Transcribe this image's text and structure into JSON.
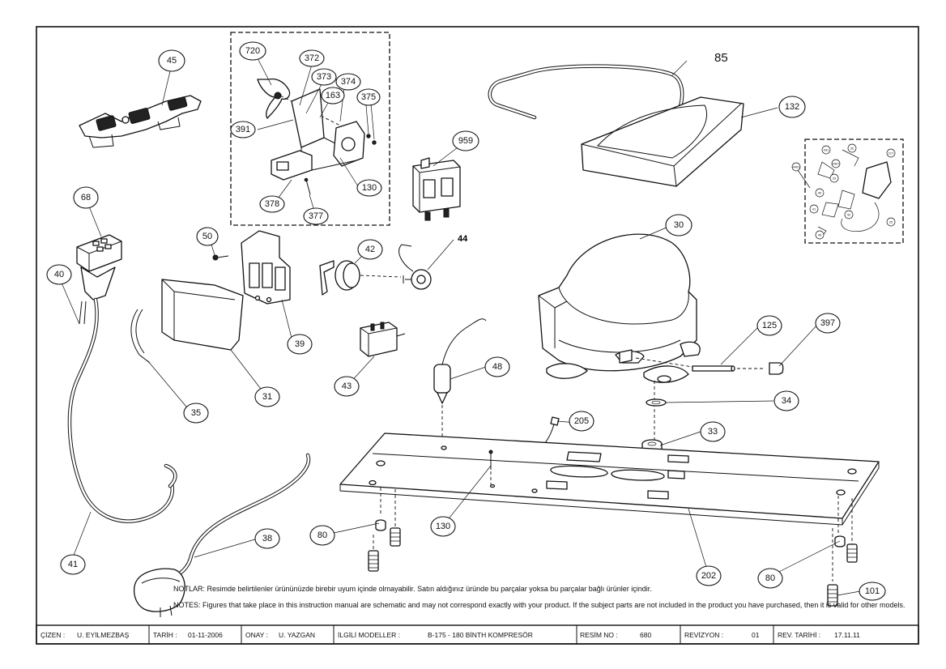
{
  "callouts": [
    {
      "id": "c-45",
      "label": "45",
      "ring": "solid"
    },
    {
      "id": "c-720",
      "label": "720",
      "ring": "solid"
    },
    {
      "id": "c-372",
      "label": "372",
      "ring": "solid"
    },
    {
      "id": "c-373",
      "label": "373",
      "ring": "solid"
    },
    {
      "id": "c-374",
      "label": "374",
      "ring": "solid"
    },
    {
      "id": "c-163",
      "label": "163",
      "ring": "solid"
    },
    {
      "id": "c-375",
      "label": "375",
      "ring": "solid"
    },
    {
      "id": "c-391",
      "label": "391",
      "ring": "solid"
    },
    {
      "id": "c-130a",
      "label": "130",
      "ring": "solid"
    },
    {
      "id": "c-378",
      "label": "378",
      "ring": "solid"
    },
    {
      "id": "c-377",
      "label": "377",
      "ring": "solid"
    },
    {
      "id": "c-959",
      "label": "959",
      "ring": "solid"
    },
    {
      "id": "c-132",
      "label": "132",
      "ring": "solid"
    },
    {
      "id": "c-68",
      "label": "68",
      "ring": "solid"
    },
    {
      "id": "c-50",
      "label": "50",
      "ring": "solid"
    },
    {
      "id": "c-42",
      "label": "42",
      "ring": "solid"
    },
    {
      "id": "c-30",
      "label": "30",
      "ring": "solid"
    },
    {
      "id": "c-40",
      "label": "40",
      "ring": "solid"
    },
    {
      "id": "c-39",
      "label": "39",
      "ring": "solid"
    },
    {
      "id": "c-125",
      "label": "125",
      "ring": "solid"
    },
    {
      "id": "c-397",
      "label": "397",
      "ring": "solid"
    },
    {
      "id": "c-43",
      "label": "43",
      "ring": "solid"
    },
    {
      "id": "c-48",
      "label": "48",
      "ring": "solid"
    },
    {
      "id": "c-31",
      "label": "31",
      "ring": "solid"
    },
    {
      "id": "c-35",
      "label": "35",
      "ring": "solid"
    },
    {
      "id": "c-34",
      "label": "34",
      "ring": "solid"
    },
    {
      "id": "c-205",
      "label": "205",
      "ring": "solid"
    },
    {
      "id": "c-33",
      "label": "33",
      "ring": "solid"
    },
    {
      "id": "c-130b",
      "label": "130",
      "ring": "solid"
    },
    {
      "id": "c-38",
      "label": "38",
      "ring": "solid"
    },
    {
      "id": "c-80a",
      "label": "80",
      "ring": "solid"
    },
    {
      "id": "c-41",
      "label": "41",
      "ring": "solid"
    },
    {
      "id": "c-202",
      "label": "202",
      "ring": "solid"
    },
    {
      "id": "c-80b",
      "label": "80",
      "ring": "solid"
    },
    {
      "id": "c-101",
      "label": "101",
      "ring": "solid"
    }
  ],
  "free_labels": {
    "label_85": "85",
    "label_44": "44"
  },
  "notes": {
    "tr": "NOTLAR: Resimde belirtilenler ürününüzde birebir uyum içinde olmayabilir. Satın aldığınız üründe bu parçalar yoksa bu parçalar bağlı ürünler içindir.",
    "en": "NOTES: Figures that take place in this instruction manual are schematic and may not correspond exactly with your product. If the subject parts are not included in the product you have purchased, then it is valid for other models."
  },
  "title_block": {
    "drawn_label": "ÇİZEN :",
    "drawn_value": "U. EYİLMEZBAŞ",
    "date_label": "TARİH :",
    "date_value": "01-11-2006",
    "approved_label": "ONAY :",
    "approved_value": "U. YAZGAN",
    "models_label": "İLGİLİ MODELLER :",
    "models_value": "B-175 - 180 BİNTH KOMPRESÖR",
    "drawing_no_label": "RESİM NO :",
    "drawing_no_value": "680",
    "revision_label": "REVİZYON :",
    "revision_value": "01",
    "rev_date_label": "REV. TARİHİ :",
    "rev_date_value": "17.11.11"
  },
  "inset_tiny_labels": [
    "431",
    "4407",
    "32",
    "217",
    "4401",
    "29",
    "40",
    "42",
    "41",
    "25",
    "45"
  ]
}
